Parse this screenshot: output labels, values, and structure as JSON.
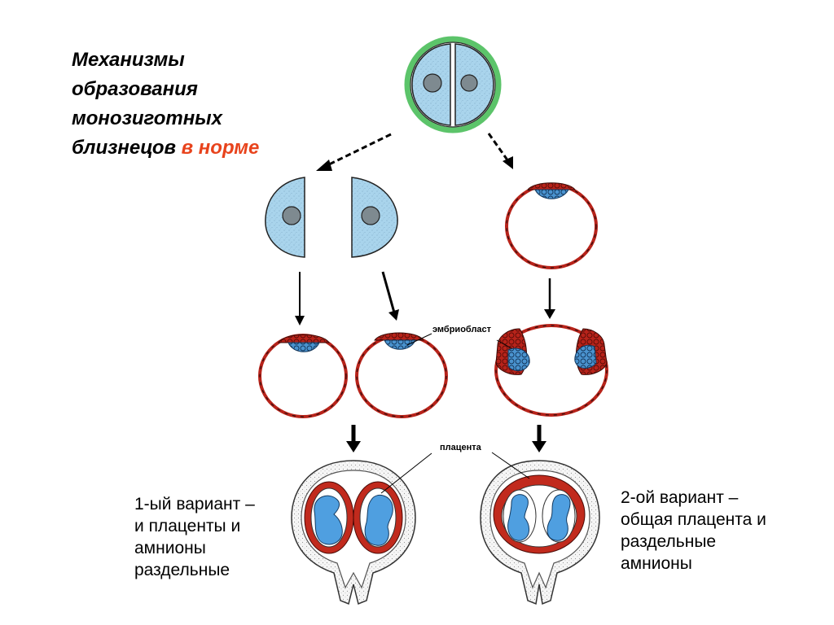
{
  "title": {
    "lines": [
      "Механизмы",
      "образования",
      "монозиготных"
    ],
    "last_line": "близнецов",
    "highlight": "в норме"
  },
  "labels": {
    "embryoblast": "эмбриобласт",
    "placenta": "плацента"
  },
  "captions": {
    "variant1": [
      "1-ый вариант –",
      "и плаценты и",
      "амнионы",
      "раздельные"
    ],
    "variant2": [
      "2-ой вариант –",
      "общая плацента и",
      "раздельные",
      "амнионы"
    ]
  },
  "colors": {
    "cell_fill": "#a9d4ec",
    "membrane_green": "#5cc46a",
    "embryoblast_red": "#b8231a",
    "placenta_red": "#c12a1d",
    "fetus_blue": "#4f9fe0",
    "highlight": "#e8431c"
  }
}
